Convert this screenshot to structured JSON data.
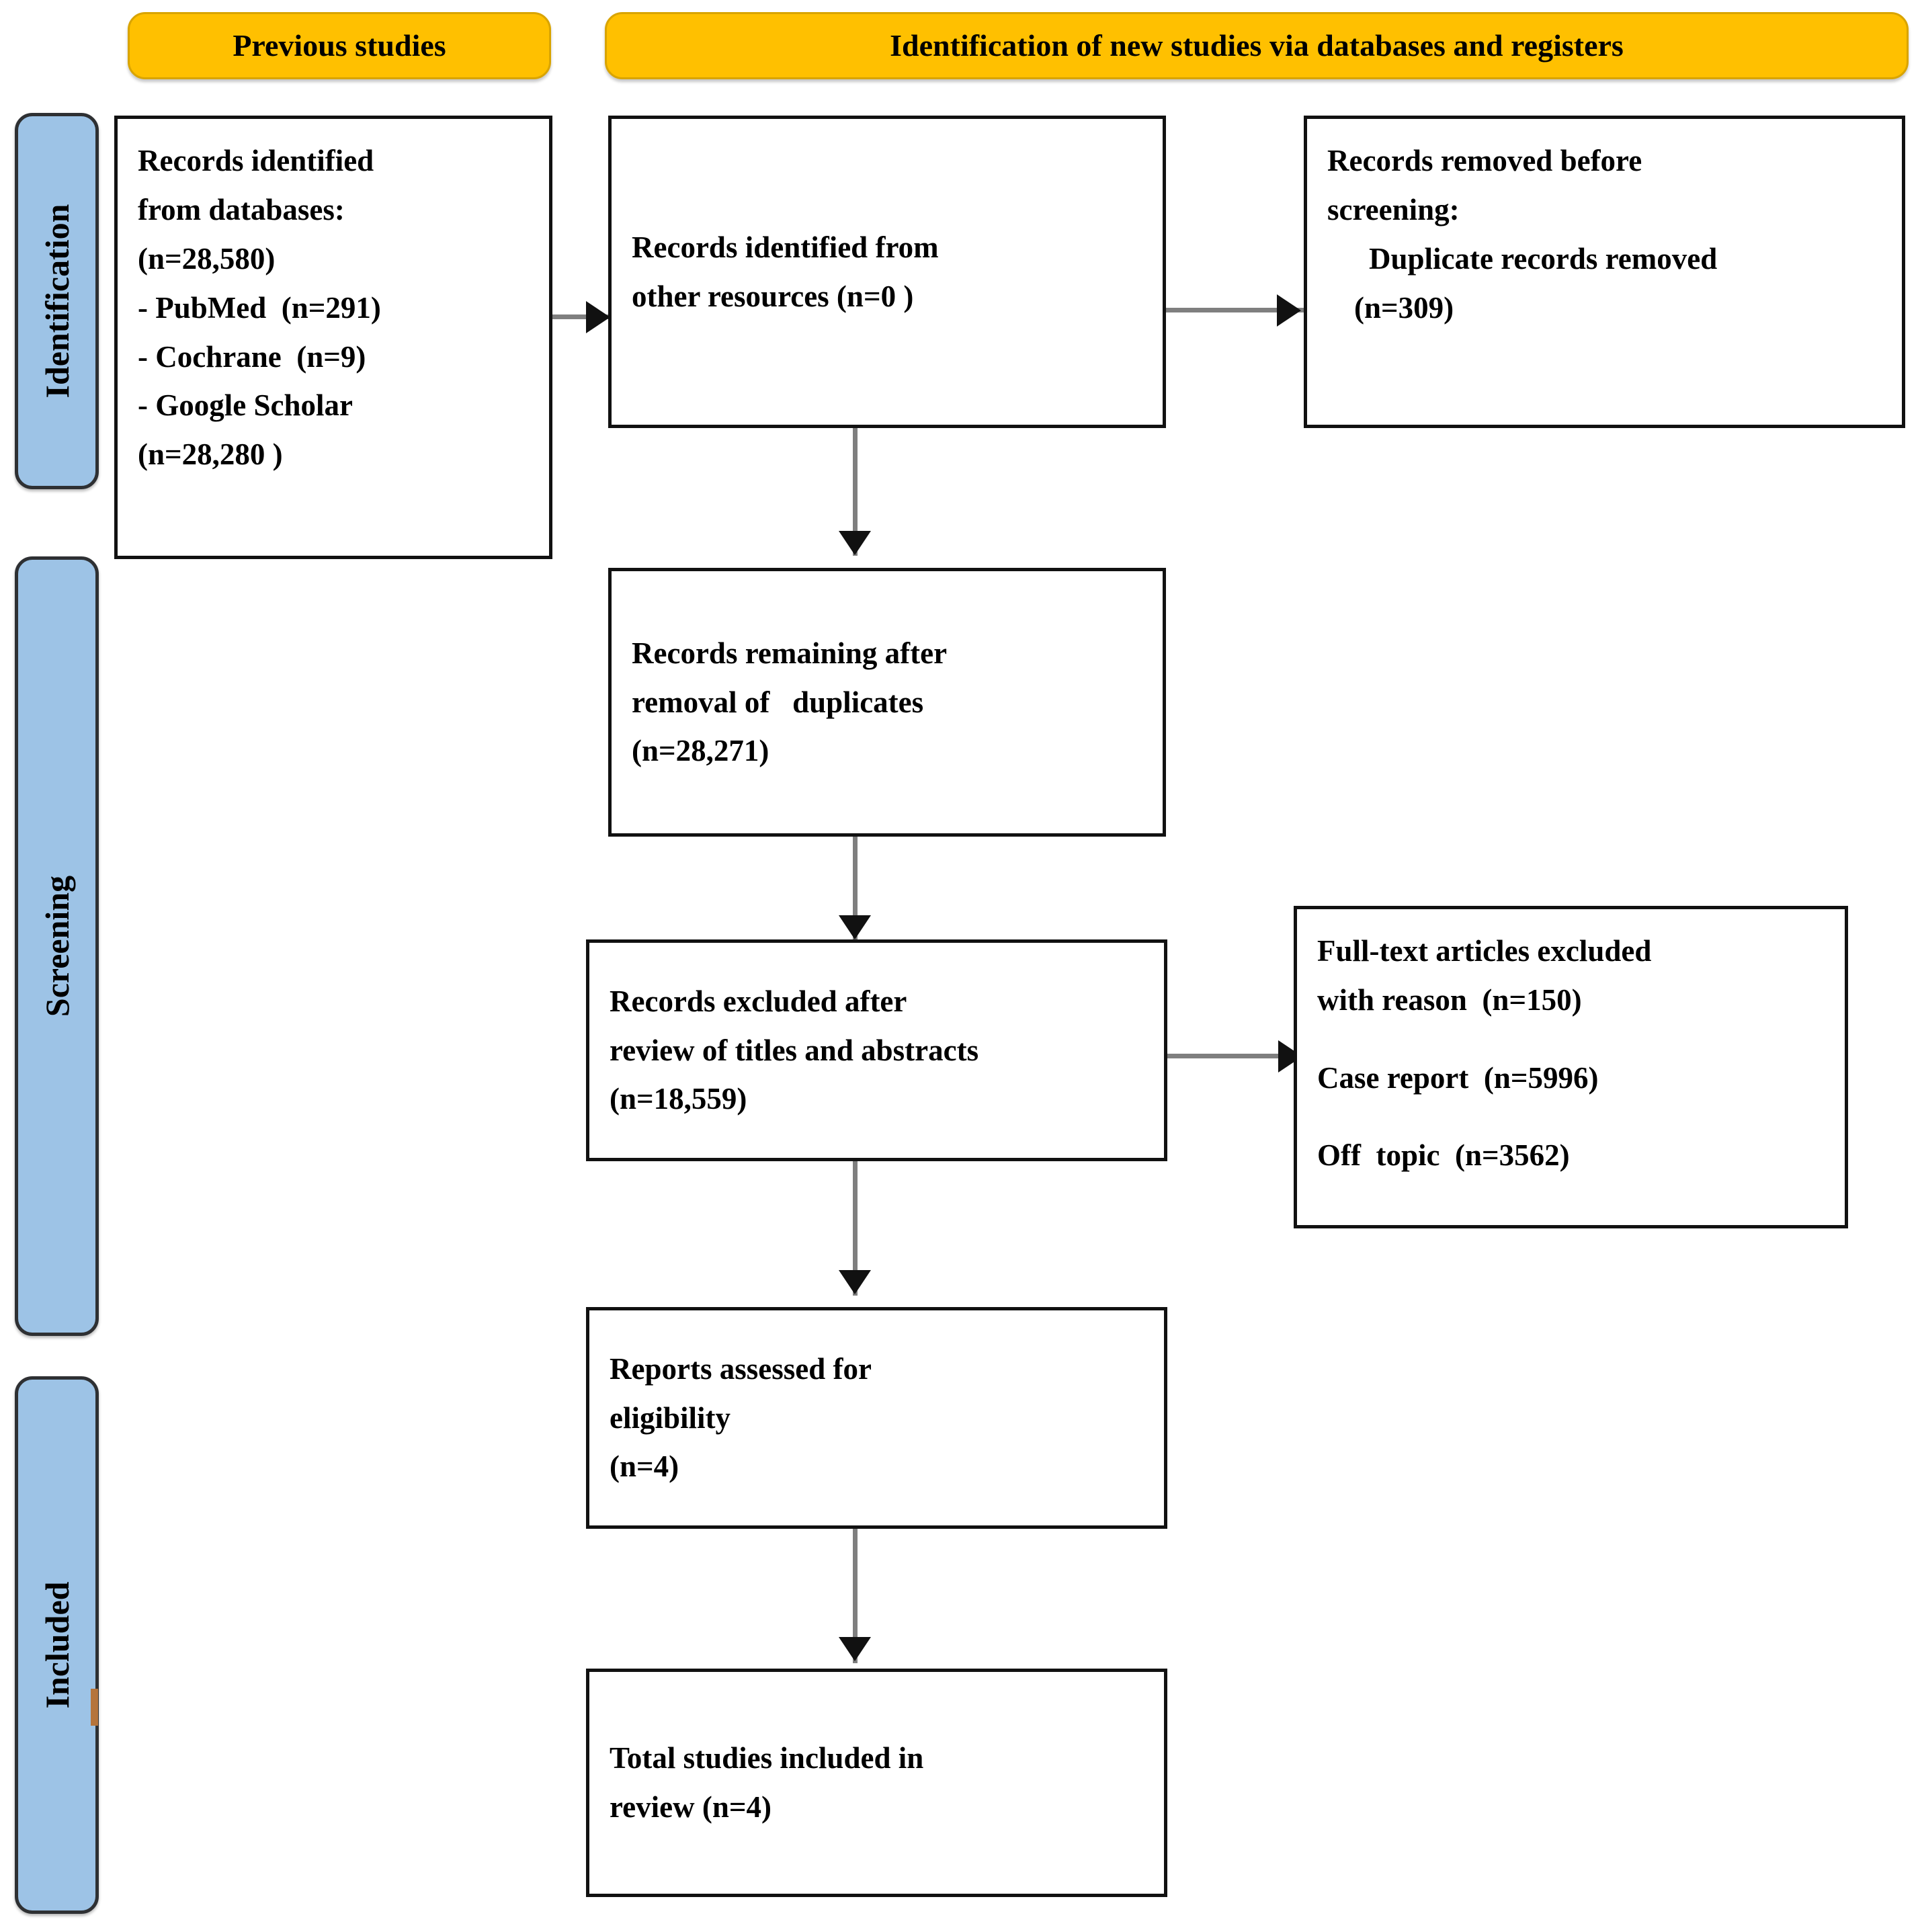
{
  "diagram": {
    "title": "PRISMA flow diagram",
    "colors": {
      "header_fill": "#FFC000",
      "header_border": "#D9A400",
      "rail_fill": "#9DC3E6",
      "rail_border": "#2E3033",
      "box_border": "#111111",
      "connector": "#7F7F7F",
      "rail_tick": "#B5743B"
    }
  },
  "headers": [
    {
      "id": "previous-studies",
      "label": "Previous studies"
    },
    {
      "id": "new-studies",
      "label": "Identification of new studies via databases and registers"
    }
  ],
  "stages": [
    {
      "id": "identification",
      "label": "Identification"
    },
    {
      "id": "screening",
      "label": "Screening"
    },
    {
      "id": "included",
      "label": "Included"
    }
  ],
  "boxes": {
    "records_identified_databases": {
      "id": "records-identified-databases",
      "lines": [
        "Records identified",
        "from databases:",
        "(n=28,580)",
        "- PubMed  (n=291)",
        "- Cochrane  (n=9)",
        "- Google Scholar",
        "(n=28,280 )"
      ]
    },
    "records_identified_other": {
      "id": "records-identified-other-resources",
      "lines": [
        "Records identified from",
        "other resources (n=0 )"
      ]
    },
    "records_removed_before_screening": {
      "id": "records-removed-before-screening",
      "lines": [
        "Records removed before",
        "screening:",
        "Duplicate records removed",
        "(n=309)"
      ]
    },
    "records_remaining": {
      "id": "records-remaining-after-duplicates",
      "lines": [
        "Records remaining after",
        "removal of   duplicates",
        "(n=28,271)"
      ]
    },
    "records_excluded": {
      "id": "records-excluded-titles-abstracts",
      "lines": [
        "Records excluded after",
        "review of titles and abstracts",
        "(n=18,559)"
      ]
    },
    "fulltext_excluded": {
      "id": "full-text-articles-excluded",
      "lines": [
        "Full-text articles excluded",
        "with reason  (n=150)",
        "Case report  (n=5996)",
        "Off  topic  (n=3562)"
      ]
    },
    "reports_assessed": {
      "id": "reports-assessed-for-eligibility",
      "lines": [
        "Reports assessed for",
        "eligibility",
        "(n=4)"
      ]
    },
    "total_included": {
      "id": "total-studies-included",
      "lines": [
        "Total studies included in",
        "review (n=4)"
      ]
    }
  },
  "chart_data": {
    "type": "table",
    "title": "PRISMA 2020 flow of studies",
    "stages": [
      "Identification",
      "Screening",
      "Included"
    ],
    "nodes": [
      {
        "stage": "Identification",
        "label": "Records identified from databases",
        "n": 28580,
        "breakdown": [
          {
            "source": "PubMed",
            "n": 291
          },
          {
            "source": "Cochrane",
            "n": 9
          },
          {
            "source": "Google Scholar",
            "n": 28280
          }
        ]
      },
      {
        "stage": "Identification",
        "label": "Records identified from other resources",
        "n": 0
      },
      {
        "stage": "Identification",
        "label": "Duplicate records removed before screening",
        "n": 309
      },
      {
        "stage": "Screening",
        "label": "Records remaining after removal of duplicates",
        "n": 28271
      },
      {
        "stage": "Screening",
        "label": "Records excluded after review of titles and abstracts",
        "n": 18559
      },
      {
        "stage": "Screening",
        "label": "Full-text articles excluded with reason",
        "n": 150,
        "reasons": [
          {
            "reason": "Case report",
            "n": 5996
          },
          {
            "reason": "Off topic",
            "n": 3562
          }
        ]
      },
      {
        "stage": "Screening",
        "label": "Reports assessed for eligibility",
        "n": 4
      },
      {
        "stage": "Included",
        "label": "Total studies included in review",
        "n": 4
      }
    ]
  }
}
